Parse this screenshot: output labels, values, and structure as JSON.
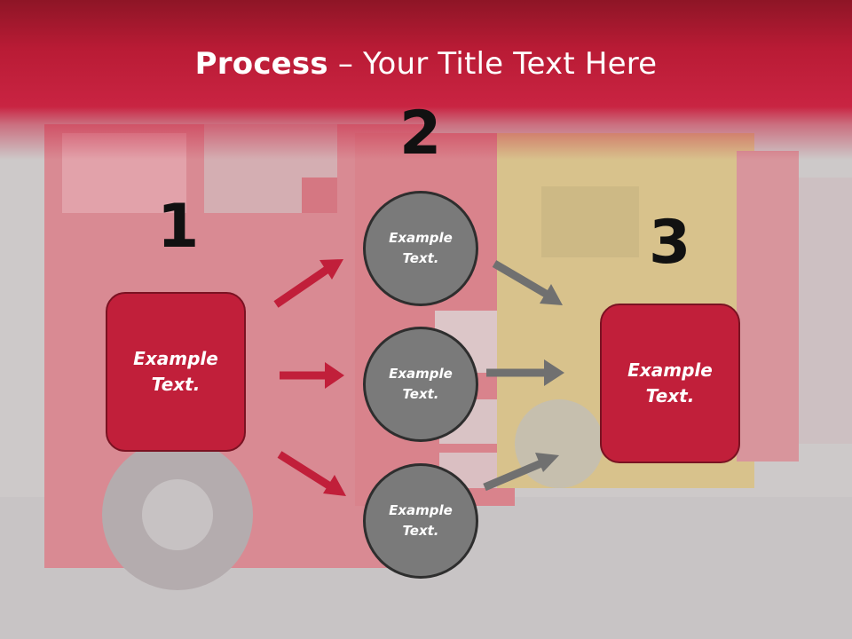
{
  "title": {
    "bold": "Process",
    "separator": " – ",
    "rest": "Your Title Text Here"
  },
  "steps": [
    {
      "number": "1",
      "text": "Example Text."
    },
    {
      "number": "2",
      "items": [
        {
          "text": "Example Text."
        },
        {
          "text": "Example Text."
        },
        {
          "text": "Example Text."
        }
      ]
    },
    {
      "number": "3",
      "text": "Example Text."
    }
  ],
  "colors": {
    "header": "#c11f3a",
    "box": "#c11f3a",
    "circle": "#7a7a7a",
    "red_arrow": "#c11f3a",
    "gray_arrow": "#707070"
  }
}
